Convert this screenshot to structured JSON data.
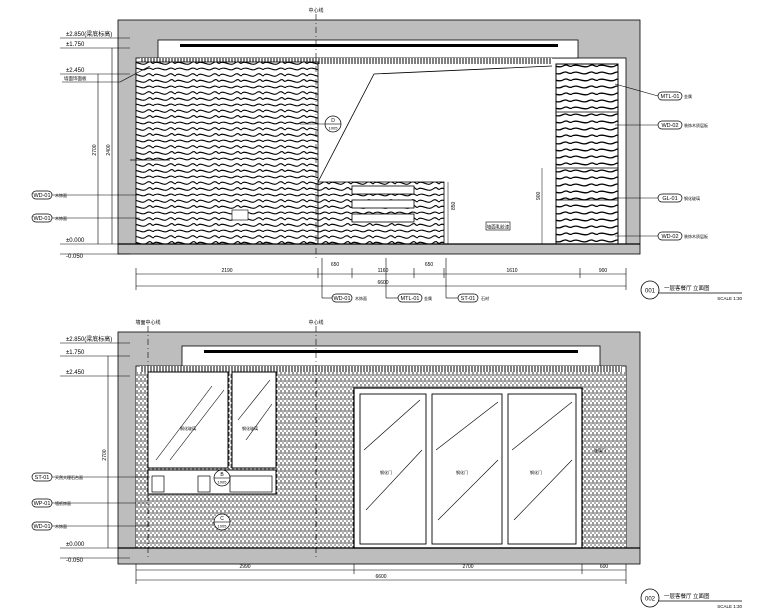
{
  "drawing1": {
    "levels": [
      "±2.850(梁底标高)",
      "±1.750",
      "±2.450",
      "±0.000",
      "-0.050"
    ],
    "verticals": [
      "2700",
      "2400"
    ],
    "center_mark": "中心线",
    "left_note": "墙面饰面板",
    "section_circle": {
      "top": "D",
      "bottom": "1005"
    },
    "callouts_left": [
      {
        "tag": "WD-01",
        "note": "木饰面"
      },
      {
        "tag": "WD-01",
        "note": "木饰面"
      }
    ],
    "callouts_right": [
      {
        "tag": "MTL-01",
        "note": "金属"
      },
      {
        "tag": "WD-02",
        "note": "装饰木质层板"
      },
      {
        "tag": "GL-01",
        "note": "钢化玻璃"
      },
      {
        "tag": "WD-02",
        "note": "装饰木质层板"
      }
    ],
    "callouts_bottom": [
      {
        "tag": "WD-01",
        "note": "木饰面"
      },
      {
        "tag": "MTL-01",
        "note": "金属"
      },
      {
        "tag": "ST-01",
        "note": "石材"
      }
    ],
    "cabinet_height": "850",
    "shelf_height": "900",
    "wall_label": "墙面乳胶漆",
    "dims_top": [
      "2190",
      "650",
      "1160",
      "650",
      "1610",
      "900"
    ],
    "dim_total": "6600",
    "title_num": "001",
    "title": "一层客餐厅 立面图",
    "scale": "SCALE 1:30"
  },
  "drawing2": {
    "levels": [
      "±2.850(梁底标高)",
      "±1.750",
      "±2.450",
      "±0.000",
      "-0.050"
    ],
    "verticals": [
      "2700"
    ],
    "center_mark_left": "墙面中心线",
    "center_mark": "中心线",
    "callouts_left": [
      {
        "tag": "ST-01",
        "note": "天然大理石台面"
      },
      {
        "tag": "WP-01",
        "note": "墙纸饰面"
      },
      {
        "tag": "WD-01",
        "note": "木饰面"
      }
    ],
    "circle_a": {
      "top": "B",
      "bottom": "1005"
    },
    "circle_b": {
      "top": "C",
      "bottom": "1005"
    },
    "glass_labels": [
      "钢化玻璃",
      "钢化玻璃",
      "钢化门",
      "钢化门",
      "钢化门"
    ],
    "right_mark": "玻璃门",
    "dims": [
      "2990",
      "2700",
      "600"
    ],
    "dim_total": "6600",
    "title_num": "002",
    "title": "一层客餐厅 立面图",
    "scale": "SCALE 1:30"
  }
}
